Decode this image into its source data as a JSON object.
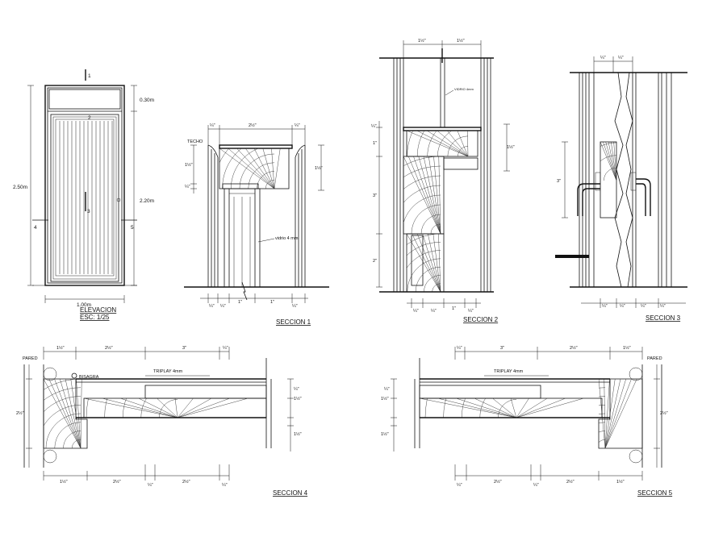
{
  "titles": {
    "elevacion": "ELEVACION",
    "escala": "ESC: 1/25",
    "seccion1": "SECCION 1",
    "seccion2": "SECCION 2",
    "seccion3": "SECCION 3",
    "seccion4": "SECCION 4",
    "seccion5": "SECCION 5"
  },
  "elevation": {
    "height_total": "2.50m",
    "height_door": "2.20m",
    "height_transom": "0.30m",
    "width": "1.00m",
    "cut1": "1",
    "cut2": "2",
    "cut3": "3",
    "cut4": "4",
    "cut5": "5"
  },
  "sec1": {
    "techo": "TECHO",
    "vidrio": "vidrio 4 mm",
    "d_quarter": "¼\"",
    "d_2half": "2½\"",
    "d_1half": "1½\"",
    "d_1": "1\""
  },
  "sec2": {
    "d_1half": "1½\"",
    "d_1": "1\"",
    "d_3": "3\"",
    "d_2": "2\"",
    "d_quarter": "¼\"",
    "vidrio": "VIDRIO 4mm"
  },
  "sec3": {
    "d_quarter": "¼\"",
    "d_3": "3\""
  },
  "sec4": {
    "pared": "PARED",
    "bisagra": "BISAGRA",
    "triplay": "TRIPLAY 4mm",
    "d_1half": "1½\"",
    "d_2half": "2½\"",
    "d_3": "3\"",
    "d_quarter": "¼\""
  },
  "sec5": {
    "pared": "PARED",
    "triplay": "TRIPLAY 4mm",
    "d_1half": "1½\"",
    "d_2half": "2½\"",
    "d_3": "3\"",
    "d_quarter": "¼\""
  }
}
